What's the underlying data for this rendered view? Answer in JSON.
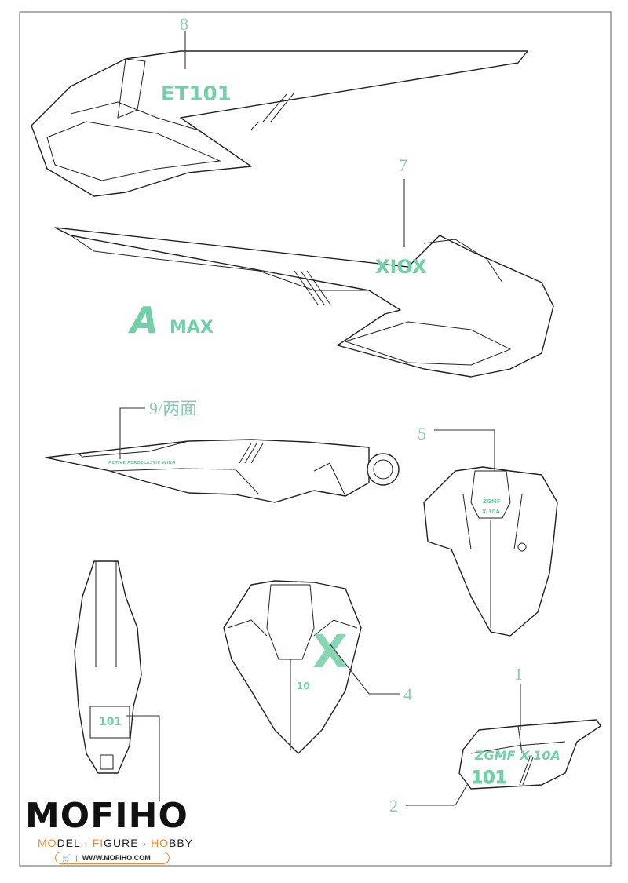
{
  "labels": {
    "part8": "8",
    "part7": "7",
    "part9": "9/两面",
    "part5": "5",
    "part4": "4",
    "part1": "1",
    "part2": "2"
  },
  "decals": {
    "et101": "ET101",
    "xiox": "XIOX",
    "amax_a": "A",
    "amax_rest": "MAX",
    "aaw": "ACTIVE AEROELASTIC WING",
    "zgmf_small_1": "ZGMF",
    "zgmf_small_2": "X-10A",
    "zgmf_large": "ZGMF X-10A",
    "n101_part1": "101",
    "n101_left": "101",
    "x_part4": "X",
    "n10_part4": "10"
  },
  "brand": {
    "name": "MOFIHO",
    "tag_mo": "MO",
    "tag_del": "DEL · ",
    "tag_fi": "FI",
    "tag_gure": "GURE · ",
    "tag_ho": "HO",
    "tag_bby": "BBY",
    "url": "WWW.MOFIHO.COM"
  },
  "colors": {
    "decal": "#72cfa8",
    "label": "#8ccab5",
    "brand_accent": "#f08a2c"
  }
}
